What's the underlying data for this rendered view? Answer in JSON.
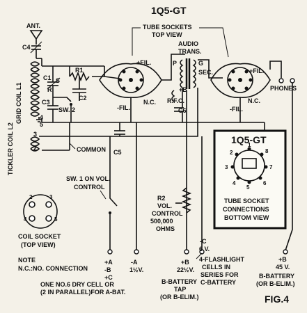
{
  "diagram": {
    "title": "1Q5-GT",
    "tube_sockets_label": [
      "TUBE SOCKETS",
      "TOP VIEW"
    ],
    "antenna": "ANT.",
    "c4": "C4",
    "grid_coil": "GRID COIL L1",
    "tickler_coil": "TICKLER COIL L2",
    "c1": "C1",
    "c2": "C2",
    "c3": "C3",
    "c5": "C5",
    "c6": "C6",
    "r1": "R1",
    "r_label": "R",
    "s_label": "S",
    "sw2": "SW. 2",
    "coil_nums": [
      "5",
      "4",
      "3",
      "2"
    ],
    "common": "COMMON",
    "audio_trans": [
      "AUDIO",
      "TRANS."
    ],
    "p_label": "P",
    "g_sec": [
      "G",
      "SEC."
    ],
    "plus_b": "+B",
    "rfc": "R.F.C.",
    "fil_plus": "+FIL.",
    "fil_minus": "-FIL.",
    "nc": "N.C.",
    "phones": "PHONES",
    "sw1": [
      "SW. 1 ON VOL.",
      "CONTROL"
    ],
    "r2": [
      "R2",
      "VOL.",
      "CONTROL",
      "500,000",
      "OHMS"
    ],
    "coil_socket": [
      "COIL SOCKET",
      "(TOP VIEW)"
    ],
    "coil_socket_pins": [
      "2",
      "3",
      "4",
      "5"
    ],
    "note": [
      "NOTE",
      "N.C.:NO. CONNECTION"
    ],
    "terminal_a": [
      "+A",
      "-B",
      "+C"
    ],
    "terminal_minus_a": [
      "-A",
      "1½V."
    ],
    "terminal_b_tap": [
      "+B",
      "22½V."
    ],
    "terminal_c": [
      "-C",
      "6 V."
    ],
    "terminal_b45": [
      "+B",
      "45 V."
    ],
    "dry_cell": [
      "ONE NO.6 DRY CELL OR",
      "(2 IN PARALLEL)FOR A-BAT."
    ],
    "b_battery_tap": [
      "B-BATTERY",
      "TAP",
      "(OR B-ELIM.)"
    ],
    "flashlight": [
      "4-FLASHLIGHT",
      "CELLS IN",
      "SERIES FOR",
      "C-BATTERY"
    ],
    "b_battery": [
      "B-BATTERY",
      "(OR B-ELIM.)"
    ],
    "inset": {
      "title": "1Q5-GT",
      "caption": [
        "TUBE SOCKET",
        "CONNECTIONS",
        "BOTTOM VIEW"
      ],
      "pins": [
        "2",
        "3",
        "4",
        "5",
        "6",
        "7",
        "8",
        "1"
      ]
    },
    "fig": "FIG.4"
  }
}
